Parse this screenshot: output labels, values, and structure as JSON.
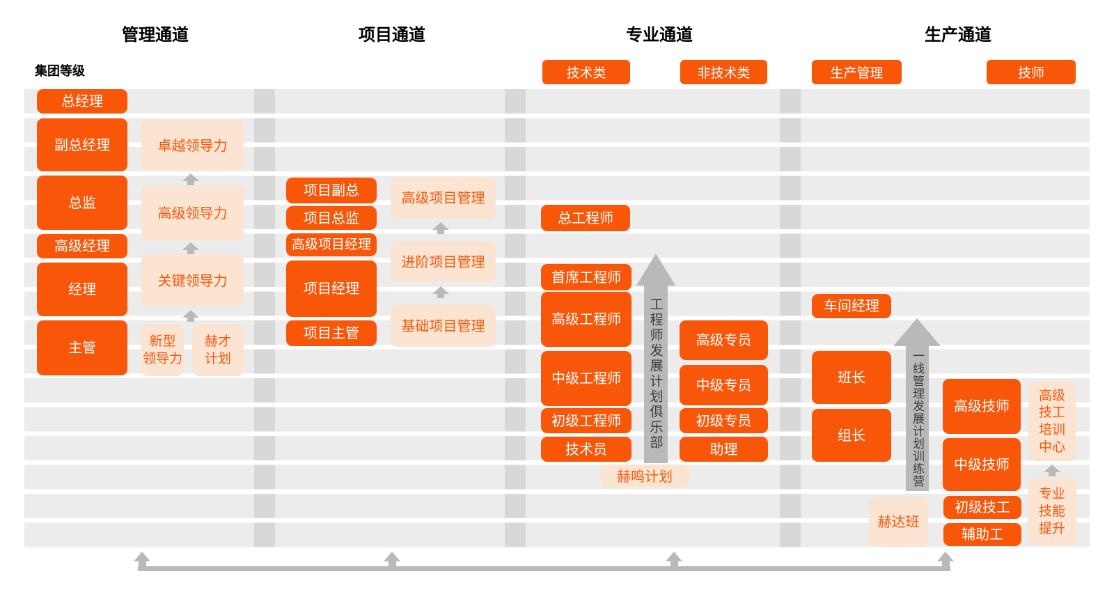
{
  "headers": {
    "management": "管理通道",
    "project": "项目通道",
    "professional": "专业通道",
    "production": "生产通道",
    "group_level": "集团等级"
  },
  "chips": {
    "technical": "技术类",
    "non_technical": "非技术类",
    "production_management": "生产管理",
    "technician": "技师"
  },
  "management": {
    "roles": {
      "general_manager": "总经理",
      "deputy_general_manager": "副总经理",
      "director": "总监",
      "senior_manager": "高级经理",
      "manager": "经理",
      "supervisor": "主管"
    },
    "programs": {
      "excellence_leadership": "卓越领导力",
      "advanced_leadership": "高级领导力",
      "key_leadership": "关键领导力",
      "new_leadership": "新型\n领导力",
      "hecai_plan": "赫才\n计划"
    }
  },
  "project": {
    "roles": {
      "project_vp": "项目副总",
      "project_director": "项目总监",
      "senior_project_manager": "高级项目经理",
      "project_manager": "项目经理",
      "project_supervisor": "项目主管"
    },
    "programs": {
      "advanced_pm": "高级项目管理",
      "intermediate_pm": "进阶项目管理",
      "basic_pm": "基础项目管理"
    }
  },
  "professional": {
    "technical_roles": {
      "chief_engineer": "总工程师",
      "principal_engineer": "首席工程师",
      "senior_engineer": "高级工程师",
      "mid_engineer": "中级工程师",
      "junior_engineer": "初级工程师",
      "technician": "技术员"
    },
    "non_technical_roles": {
      "senior_specialist": "高级专员",
      "mid_specialist": "中级专员",
      "junior_specialist": "初级专员",
      "assistant": "助理"
    },
    "programs": {
      "heming_plan": "赫鸣计划"
    },
    "arrow_label": "工程师发展计划俱乐部"
  },
  "production": {
    "management_roles": {
      "workshop_manager": "车间经理",
      "foreman": "班长",
      "group_leader": "组长"
    },
    "technician_roles": {
      "senior_technician": "高级技师",
      "mid_technician": "中级技师",
      "junior_worker": "初级技工",
      "auxiliary_worker": "辅助工"
    },
    "programs": {
      "heda_class": "赫达班",
      "training_center": "高级\n技工\n培训\n中心",
      "skill_upgrade": "专业\n技能\n提升"
    },
    "arrow_label": "一线管理发展计划训练营"
  },
  "colors": {
    "orange": "#F8570A",
    "peach": "#FCE4D2",
    "stripe": "#ECECEC",
    "divider": "#D8D8D8",
    "arrow_gray": "#B9B9B9"
  }
}
